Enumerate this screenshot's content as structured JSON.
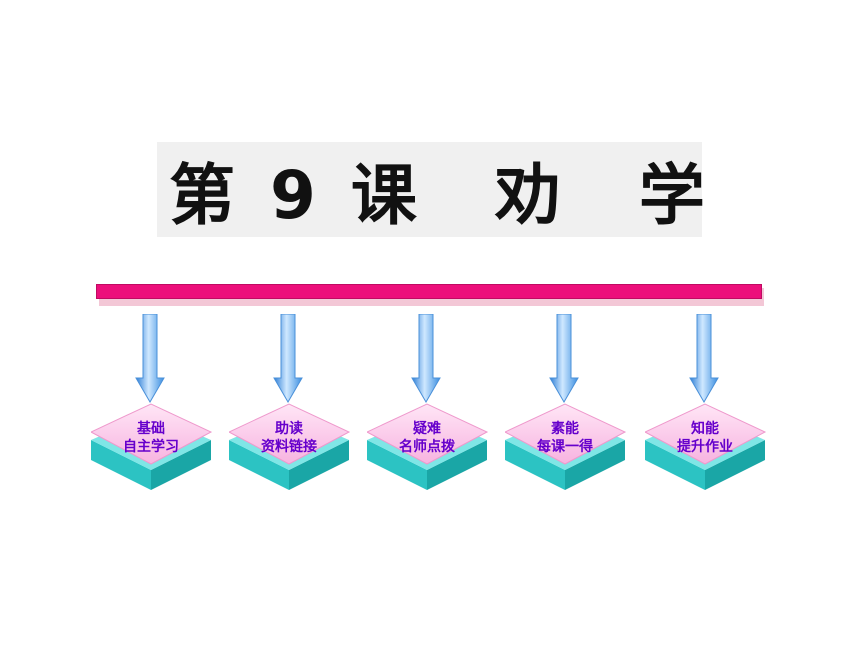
{
  "title": "第 9 课　劝　学",
  "nodes": [
    {
      "line1": "基础",
      "line2": "自主学习"
    },
    {
      "line1": "助读",
      "line2": "资料链接"
    },
    {
      "line1": "疑难",
      "line2": "名师点拨"
    },
    {
      "line1": "素能",
      "line2": "每课一得"
    },
    {
      "line1": "知能",
      "line2": "提升作业"
    }
  ],
  "colors": {
    "bar": "#ec0f7b",
    "arrow": "#66aaee",
    "diamond_top": "#ffccee",
    "diamond_side": "#33cccc",
    "label": "#6600cc"
  }
}
